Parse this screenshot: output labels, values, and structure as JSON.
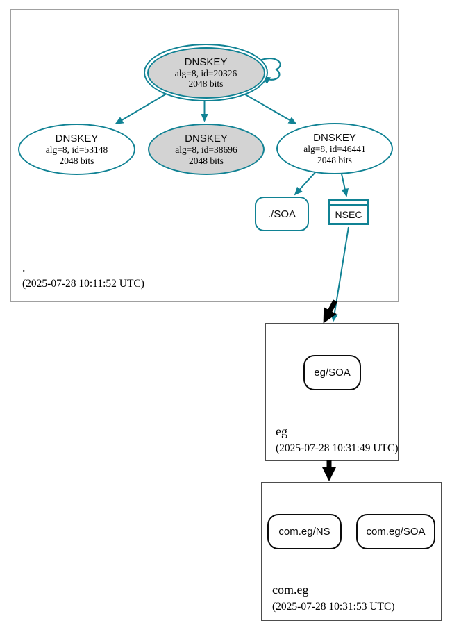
{
  "colors": {
    "secure_teal": "#108294",
    "node_fill_gray": "#d3d3d3",
    "zone_border_root": "#a0a0a0",
    "zone_border_child": "#4d4d4d",
    "delegation_black": "#000000"
  },
  "zones": [
    {
      "name": ".",
      "timestamp": "(2025-07-28 10:11:52 UTC)"
    },
    {
      "name": "eg",
      "timestamp": "(2025-07-28 10:31:49 UTC)"
    },
    {
      "name": "com.eg",
      "timestamp": "(2025-07-28 10:31:53 UTC)"
    }
  ],
  "nodes": {
    "ksk": {
      "title": "DNSKEY",
      "subtitle": "alg=8, id=20326",
      "bits": "2048 bits"
    },
    "zsk53148": {
      "title": "DNSKEY",
      "subtitle": "alg=8, id=53148",
      "bits": "2048 bits"
    },
    "zsk38696": {
      "title": "DNSKEY",
      "subtitle": "alg=8, id=38696",
      "bits": "2048 bits"
    },
    "zsk46441": {
      "title": "DNSKEY",
      "subtitle": "alg=8, id=46441",
      "bits": "2048 bits"
    },
    "root_soa": {
      "label": "./SOA"
    },
    "nsec": {
      "label": "NSEC"
    },
    "eg_soa": {
      "label": "eg/SOA"
    },
    "comeg_ns": {
      "label": "com.eg/NS"
    },
    "comeg_soa": {
      "label": "com.eg/SOA"
    }
  }
}
